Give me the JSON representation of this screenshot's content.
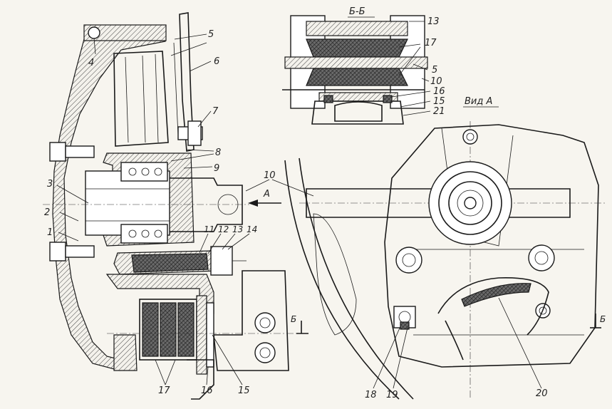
{
  "section_bb": {
    "title": "Б-Б"
  },
  "view_a": {
    "title": "Вид А"
  },
  "arrow_a": {
    "letter": "А"
  },
  "section_marks": {
    "left": "Б",
    "right": "Б"
  },
  "callouts": [
    {
      "id": "c1",
      "text": "1"
    },
    {
      "id": "c2",
      "text": "2"
    },
    {
      "id": "c3",
      "text": "3"
    },
    {
      "id": "c4",
      "text": "4"
    },
    {
      "id": "c5",
      "text": "5"
    },
    {
      "id": "c6",
      "text": "6"
    },
    {
      "id": "c7",
      "text": "7"
    },
    {
      "id": "c8",
      "text": "8"
    },
    {
      "id": "c9",
      "text": "9"
    },
    {
      "id": "c10",
      "text": "10"
    },
    {
      "id": "c11",
      "text": "11"
    },
    {
      "id": "c12",
      "text": "12"
    },
    {
      "id": "c13",
      "text": "13"
    },
    {
      "id": "c14",
      "text": "14"
    },
    {
      "id": "c15",
      "text": "15"
    },
    {
      "id": "c16",
      "text": "16"
    },
    {
      "id": "c17",
      "text": "17"
    },
    {
      "id": "c18",
      "text": "18"
    },
    {
      "id": "c19",
      "text": "19"
    },
    {
      "id": "c20",
      "text": "20"
    },
    {
      "id": "c5b",
      "text": "5"
    },
    {
      "id": "c10b",
      "text": "10"
    },
    {
      "id": "c13b",
      "text": "13"
    },
    {
      "id": "c15b",
      "text": "15"
    },
    {
      "id": "c16b",
      "text": "16"
    },
    {
      "id": "c17b",
      "text": "17"
    },
    {
      "id": "c21",
      "text": "21"
    }
  ]
}
